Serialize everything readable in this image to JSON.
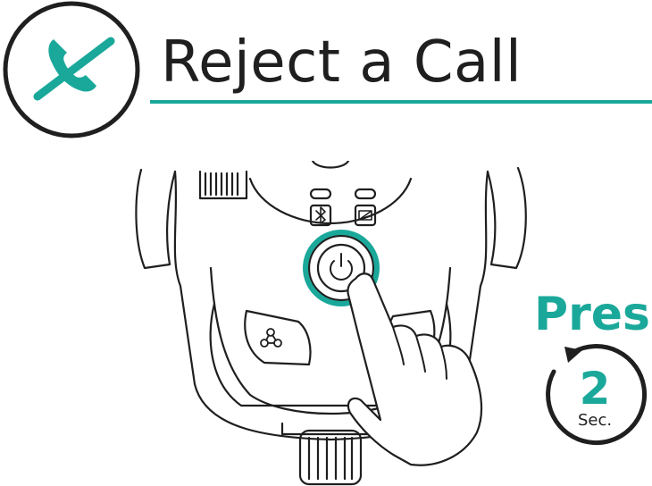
{
  "header": {
    "title": "Reject a Call",
    "icon": "reject-call-icon"
  },
  "action": {
    "label": "Press",
    "duration_value": "2",
    "duration_unit": "Sec."
  },
  "device": {
    "button_icon": "power-icon",
    "indicator_icons": [
      "bluetooth-icon",
      "call-icon"
    ],
    "side_button_icon": "mesh-icon"
  },
  "colors": {
    "accent": "#1aa89a",
    "line": "#1f1f1f"
  }
}
